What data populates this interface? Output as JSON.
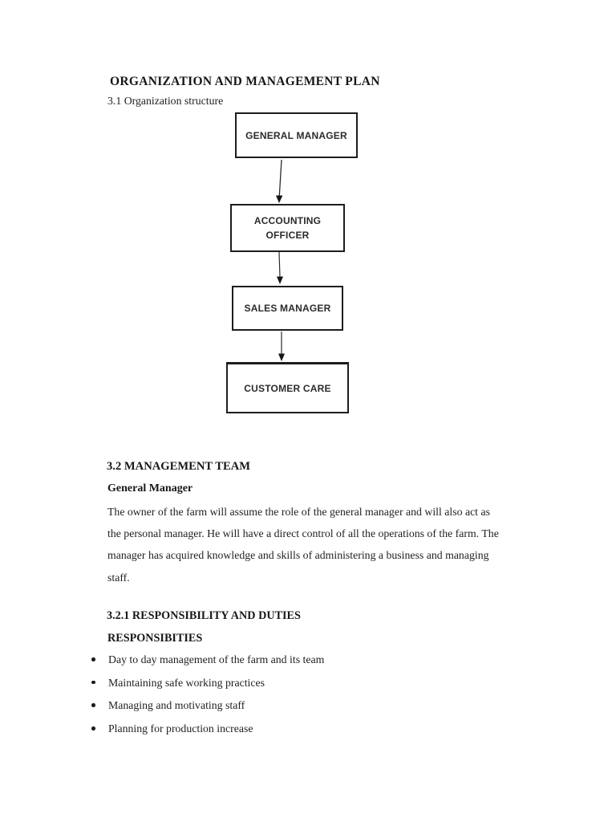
{
  "page": {
    "title": "ORGANIZATION AND MANAGEMENT PLAN",
    "section_3_1": "3.1 Organization structure"
  },
  "org_chart": {
    "nodes": [
      {
        "label": "GENERAL MANAGER"
      },
      {
        "label": "ACCOUNTING\nOFFICER"
      },
      {
        "label": "SALES MANAGER"
      },
      {
        "label": "CUSTOMER CARE"
      }
    ]
  },
  "management_team": {
    "heading": "3.2 MANAGEMENT TEAM",
    "subheading": "General Manager",
    "paragraph": "The owner of the farm will assume the role of the general manager and will also act as\nthe personal manager. He will have a direct control of all the operations of the farm. The\nmanager has acquired knowledge and skills of administering a business and managing\nstaff."
  },
  "responsibilities": {
    "heading": "3.2.1 RESPONSIBILITY AND DUTIES",
    "subheading": "RESPONSIBITIES",
    "bullets": [
      "Day to day management of the farm and its team",
      "Maintaining safe working practices",
      "Managing and motivating staff",
      "Planning for production increase"
    ]
  },
  "colors": {
    "background": "#ffffff",
    "text": "#1f1f1f",
    "box_border": "#1d1d1d",
    "arrow": "#2b2b2b"
  }
}
